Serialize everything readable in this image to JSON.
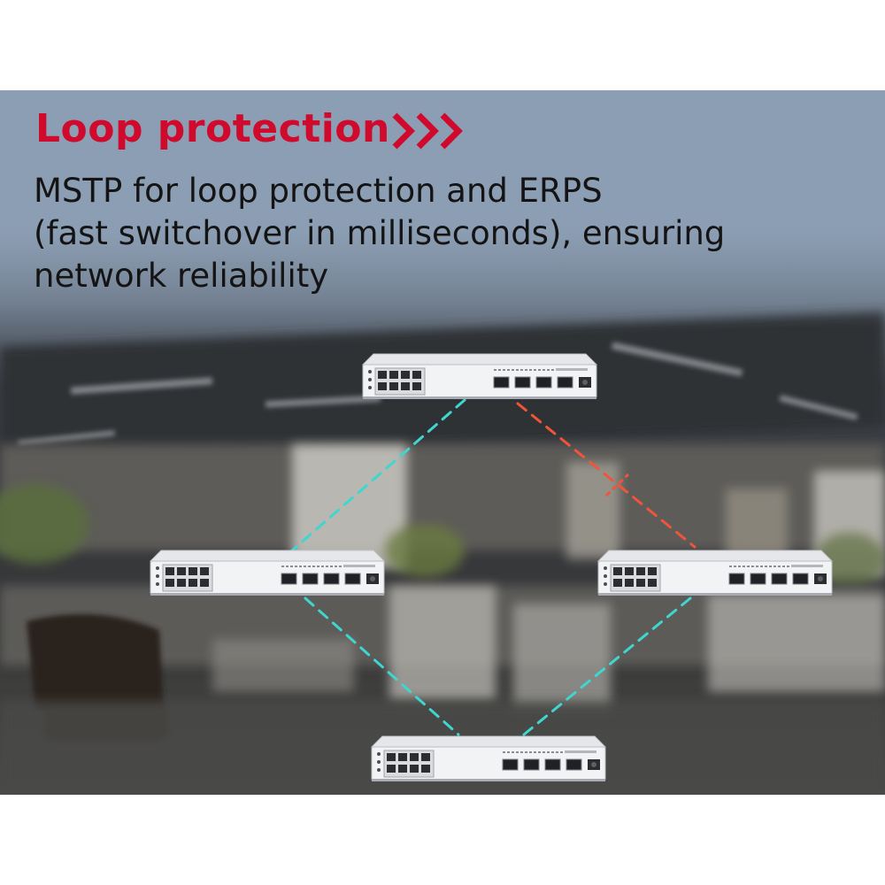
{
  "headline": {
    "title": "Loop protection",
    "accent_color": "#cf0a2c",
    "arrow_icon": "triple-chevron-right-icon"
  },
  "description": {
    "lines": [
      "MSTP for loop protection and ERPS",
      "(fast switchover in milliseconds), ensuring",
      "network reliability"
    ]
  },
  "topology": {
    "devices": [
      {
        "id": "top",
        "icon": "network-switch-icon"
      },
      {
        "id": "left",
        "icon": "network-switch-icon"
      },
      {
        "id": "right",
        "icon": "network-switch-icon"
      },
      {
        "id": "bottom",
        "icon": "network-switch-icon"
      }
    ],
    "links": [
      {
        "from": "top",
        "to": "left",
        "state": "active",
        "color": "#3fd6d0"
      },
      {
        "from": "left",
        "to": "bottom",
        "state": "active",
        "color": "#3fd6d0"
      },
      {
        "from": "bottom",
        "to": "right",
        "state": "active",
        "color": "#3fd6d0"
      },
      {
        "from": "top",
        "to": "right",
        "state": "blocked",
        "color": "#f0553a"
      }
    ]
  }
}
